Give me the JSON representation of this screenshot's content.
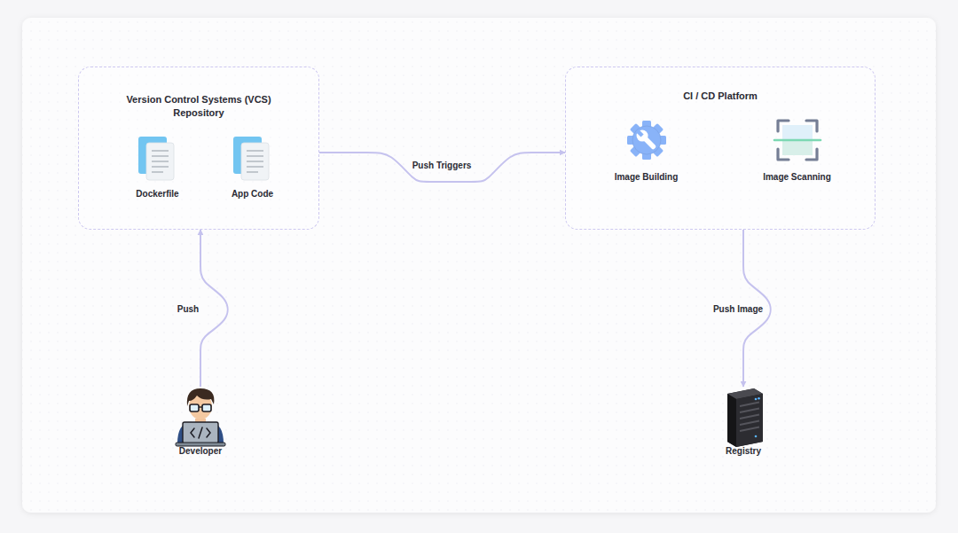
{
  "diagram": {
    "nodes": [
      {
        "text": [
          "Version Control Systems (VCS) Repository"
        ]
      },
      {
        "text": [
          "Dockerfile"
        ],
        "in": 0
      },
      {
        "text": [
          "App Code"
        ],
        "in": 0
      },
      {
        "text": [
          "CI / CD Platform"
        ]
      },
      {
        "text": [
          "Image Building"
        ],
        "in": 3
      },
      {
        "text": [
          "Image Scanning"
        ],
        "in": 3
      },
      {
        "text": [
          "Developer"
        ]
      },
      {
        "text": [
          "Registry"
        ]
      }
    ],
    "edges": [
      {
        "from": 6,
        "to": 0,
        "label": "Push",
        "arrow": "to"
      },
      {
        "from": 0,
        "to": 3,
        "label": "Push Triggers",
        "arrow": "to"
      },
      {
        "from": 3,
        "to": 7,
        "label": "Push Image",
        "arrow": "to"
      }
    ]
  }
}
